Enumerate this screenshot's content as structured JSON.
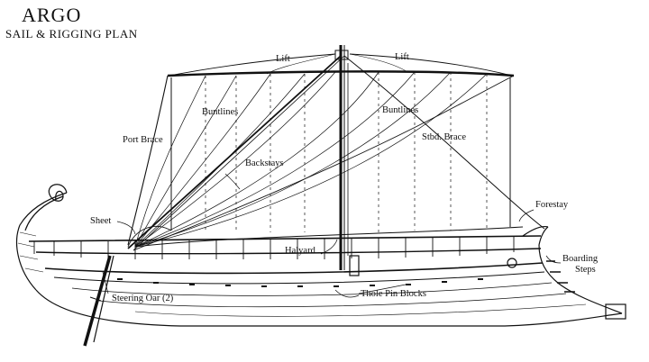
{
  "title": "ARGO",
  "subtitle": "SAIL & RIGGING PLAN",
  "labels": {
    "lift_left": "Lift",
    "lift_right": "Lift",
    "buntlines_left": "Buntlines",
    "buntlines_right": "Buntlines",
    "port_brace": "Port Brace",
    "stbd_brace": "Stbd. Brace",
    "backstays": "Backstays",
    "forestay": "Forestay",
    "sheet": "Sheet",
    "halyard": "Halyard",
    "boarding": "Boarding",
    "steps": "Steps",
    "steering_oar": "Steering Oar (2)",
    "thole_pin_blocks": "Thole Pin Blocks"
  },
  "colors": {
    "ink": "#111111",
    "paper": "#ffffff"
  }
}
